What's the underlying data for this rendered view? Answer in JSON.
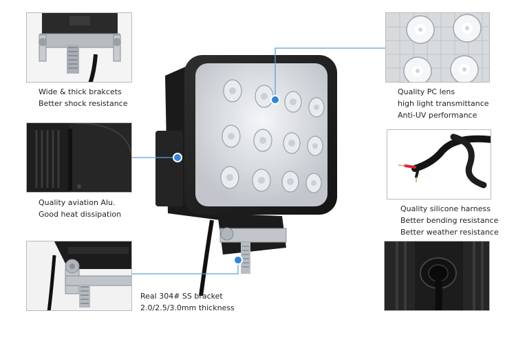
{
  "features": {
    "bracket": {
      "lines": [
        "Wide & thick brakcets",
        "Better shock resistance"
      ]
    },
    "housing": {
      "lines": [
        "Quality aviation Alu.",
        "Good heat dissipation"
      ]
    },
    "ss_bracket": {
      "lines": [
        "Real 304# SS bracket",
        "2.0/2.5/3.0mm thickness"
      ]
    },
    "lens": {
      "lines": [
        "Quality PC lens",
        "high light transmittance",
        "Anti-UV performance"
      ]
    },
    "harness": {
      "lines": [
        "Quality silicone harness",
        "Better bending resistance",
        "Better weather resistance"
      ]
    }
  },
  "colors": {
    "callout_line": "#5aa0d8",
    "callout_dot": "#2f86e0",
    "panel_border": "#b9b9b9",
    "housing": "#1b1b1b",
    "harness_red": "#d8262a"
  },
  "icons": {
    "lamp": "led-work-light-photo",
    "bracket_detail": "bracket-detail-photo",
    "fins_detail": "heat-fins-detail-photo",
    "ss_detail": "ss-bracket-detail-photo",
    "lens_detail": "lens-detail-photo",
    "harness_detail": "harness-detail-photo",
    "grommet_detail": "grommet-detail-photo"
  }
}
